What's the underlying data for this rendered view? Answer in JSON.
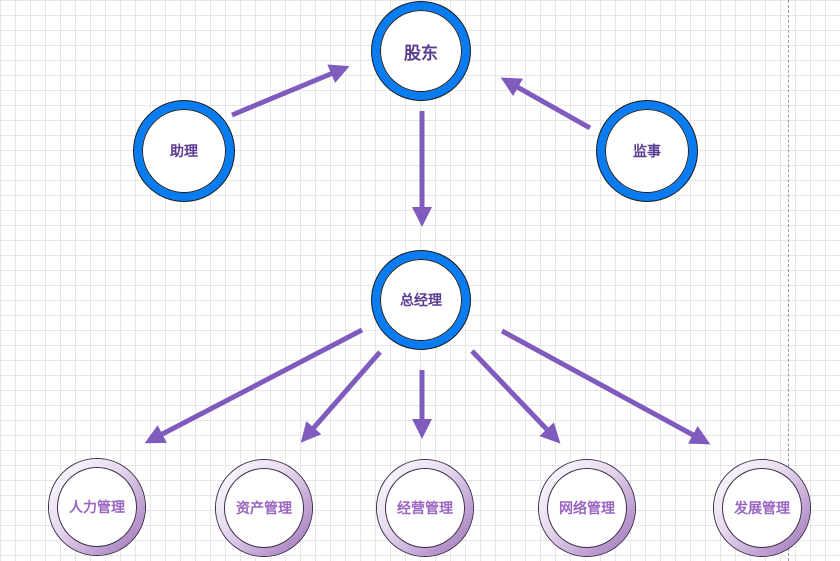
{
  "nodes": {
    "shareholder": "股东",
    "assistant": "助理",
    "supervisor": "监事",
    "general_manager": "总经理",
    "hr": "人力管理",
    "assets": "资产管理",
    "operations": "经营管理",
    "network": "网络管理",
    "development": "发展管理"
  },
  "colors": {
    "blue_ring": "#0a7cf2",
    "arrow": "#7f5bbe",
    "blue_text": "#5b3d91",
    "purple_text": "#9a66c1"
  }
}
